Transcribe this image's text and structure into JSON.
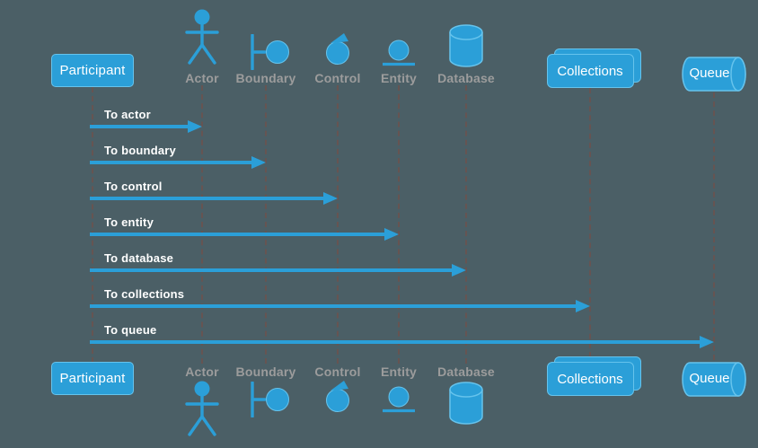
{
  "theme": {
    "background": "#4b5f66",
    "accent": "#2b9fd8",
    "accent_border": "#66c3ec",
    "lifeline_color": "#6a5350",
    "node_label_color": "#9c9c9c",
    "message_text_color": "#ffffff",
    "box_text_color": "#ffffff"
  },
  "participants": [
    {
      "id": "participant",
      "label": "Participant",
      "type": "participant"
    },
    {
      "id": "actor",
      "label": "Actor",
      "type": "actor"
    },
    {
      "id": "boundary",
      "label": "Boundary",
      "type": "boundary"
    },
    {
      "id": "control",
      "label": "Control",
      "type": "control"
    },
    {
      "id": "entity",
      "label": "Entity",
      "type": "entity"
    },
    {
      "id": "database",
      "label": "Database",
      "type": "database"
    },
    {
      "id": "collections",
      "label": "Collections",
      "type": "collections"
    },
    {
      "id": "queue",
      "label": "Queue",
      "type": "queue"
    }
  ],
  "messages": [
    {
      "from": "participant",
      "to": "actor",
      "label": "To actor"
    },
    {
      "from": "participant",
      "to": "boundary",
      "label": "To boundary"
    },
    {
      "from": "participant",
      "to": "control",
      "label": "To control"
    },
    {
      "from": "participant",
      "to": "entity",
      "label": "To entity"
    },
    {
      "from": "participant",
      "to": "database",
      "label": "To database"
    },
    {
      "from": "participant",
      "to": "collections",
      "label": "To collections"
    },
    {
      "from": "participant",
      "to": "queue",
      "label": "To queue"
    }
  ]
}
